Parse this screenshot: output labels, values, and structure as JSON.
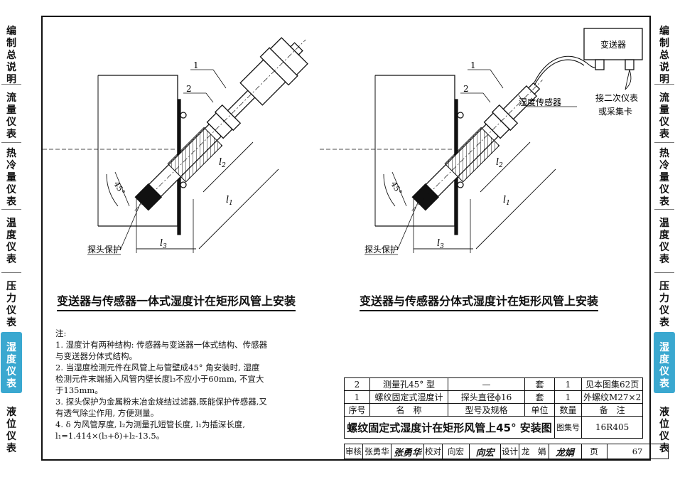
{
  "side_tabs_left": [
    {
      "label": "编制总说明",
      "active": false
    },
    {
      "label": "流量仪表",
      "active": false
    },
    {
      "label": "热冷量仪表",
      "active": false
    },
    {
      "label": "温度仪表",
      "active": false
    },
    {
      "label": "压力仪表",
      "active": false
    },
    {
      "label": "湿度仪表",
      "active": true
    },
    {
      "label": "液位仪表",
      "active": false
    }
  ],
  "side_tabs_right": [
    {
      "label": "编制总说明",
      "active": false
    },
    {
      "label": "流量仪表",
      "active": false
    },
    {
      "label": "热冷量仪表",
      "active": false
    },
    {
      "label": "温度仪表",
      "active": false
    },
    {
      "label": "压力仪表",
      "active": false
    },
    {
      "label": "湿度仪表",
      "active": true
    },
    {
      "label": "液位仪表",
      "active": false
    }
  ],
  "diagrams": {
    "left": {
      "caption": "变送器与传感器一体式湿度计在矩形风管上安装",
      "callout_1": "1",
      "callout_2": "2",
      "angle": "45°",
      "dim_l2": "l",
      "dim_l2_sub": "2",
      "dim_l1": "l",
      "dim_l1_sub": "1",
      "dim_l3": "l",
      "dim_l3_sub": "3",
      "probe_label": "探头保护"
    },
    "right": {
      "caption": "变送器与传感器分体式湿度计在矩形风管上安装",
      "callout_1": "1",
      "callout_2": "2",
      "angle": "45°",
      "dim_l2": "l",
      "dim_l2_sub": "2",
      "dim_l1": "l",
      "dim_l1_sub": "1",
      "dim_l3": "l",
      "dim_l3_sub": "3",
      "probe_label": "探头保护",
      "sensor_label": "湿度传感器",
      "transmitter_label": "变送器",
      "note_line1": "接二次仪表",
      "note_line2": "或采集卡"
    }
  },
  "notes": {
    "heading": "注:",
    "lines": [
      "1. 湿度计有两种结构: 传感器与变送器一体式结构、传感器",
      "    与变送器分体式结构。",
      "2. 当湿度检测元件在风管上与管壁成45° 角安装时, 湿度",
      "    检测元件末端插入风管内壁长度l₃不应小于60mm, 不宜大",
      "    于135mm。",
      "3. 探头保护为金属粉末冶金烧结过滤器,既能保护传感器,又",
      "    有透气除尘作用, 方便测量。",
      "4. δ 为风管厚度, l₂为测量孔短管长度, l₁为插深长度,",
      "    l₁=1.414×(l₃+δ)+l₂-13.5。"
    ]
  },
  "parts_table": {
    "rows": [
      {
        "no": "2",
        "name": "测量孔45° 型",
        "spec": "—",
        "unit": "套",
        "qty": "1",
        "remark": "见本图集62页"
      },
      {
        "no": "1",
        "name": "螺纹固定式湿度计",
        "spec": "探头直径ϕ16",
        "unit": "套",
        "qty": "1",
        "remark": "外螺纹M27×2"
      }
    ],
    "header": {
      "no": "序号",
      "name": "名　称",
      "spec": "型号及规格",
      "unit": "单位",
      "qty": "数量",
      "remark": "备　注"
    }
  },
  "title_block": {
    "title": "螺纹固定式湿度计在矩形风管上45° 安装图",
    "atlas_label": "图集号",
    "atlas_no": "16R405",
    "review_label": "审核",
    "reviewer": "张勇华",
    "reviewer_sign": "张勇华",
    "check_label": "校对",
    "checker": "向宏",
    "checker_sign": "向宏",
    "design_label": "设计",
    "designer": "龙　娟",
    "designer_sign": "龙娟",
    "page_label": "页",
    "page_no": "67"
  }
}
